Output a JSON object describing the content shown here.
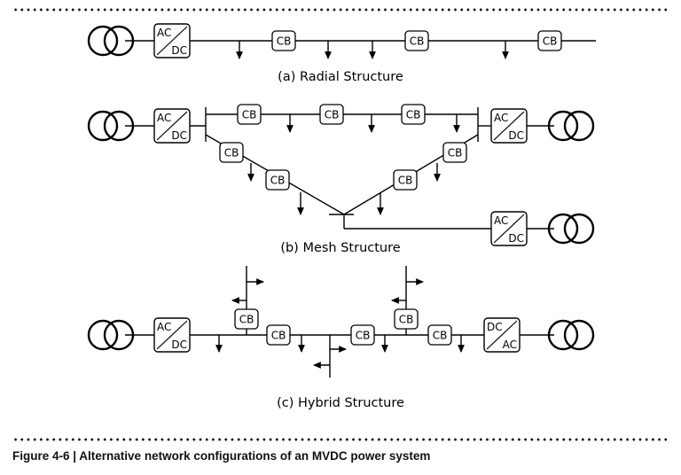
{
  "diagram": {
    "labels": {
      "cb": "CB",
      "ac": "AC",
      "dc": "DC"
    },
    "sections": {
      "radial": "(a) Radial Structure",
      "mesh": "(b) Mesh Structure",
      "hybrid": "(c) Hybrid Structure"
    }
  },
  "figure": {
    "caption": "Figure 4-6 | Alternative network configurations of an MVDC power system"
  }
}
